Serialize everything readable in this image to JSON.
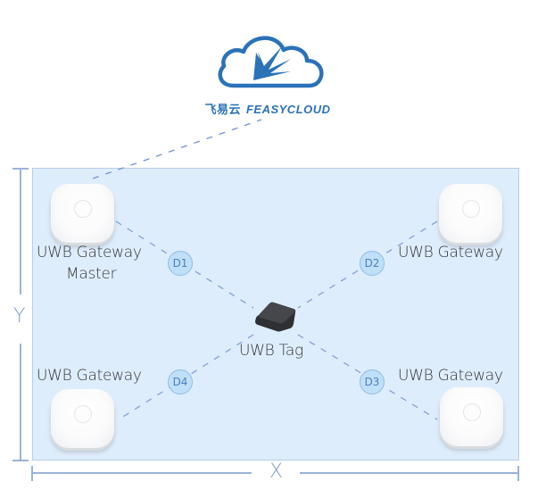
{
  "diagram": {
    "brand": {
      "chinese_name": "飞易云",
      "english_name": "FEASYCLOUD",
      "icon": "cloud-logo-icon",
      "color": "#2b72b8"
    },
    "area_color": "#deedfb",
    "gateways": [
      {
        "id": "master",
        "label_line1": "UWB Gateway",
        "label_line2": "Master"
      },
      {
        "id": "top-right",
        "label_line1": "UWB Gateway"
      },
      {
        "id": "bottom-left",
        "label_line1": "UWB Gateway"
      },
      {
        "id": "bottom-right",
        "label_line1": "UWB Gateway"
      }
    ],
    "tag": {
      "label": "UWB Tag"
    },
    "distances": [
      "D1",
      "D2",
      "D3",
      "D4"
    ],
    "axes": {
      "x_label": "X",
      "y_label": "Y"
    }
  }
}
